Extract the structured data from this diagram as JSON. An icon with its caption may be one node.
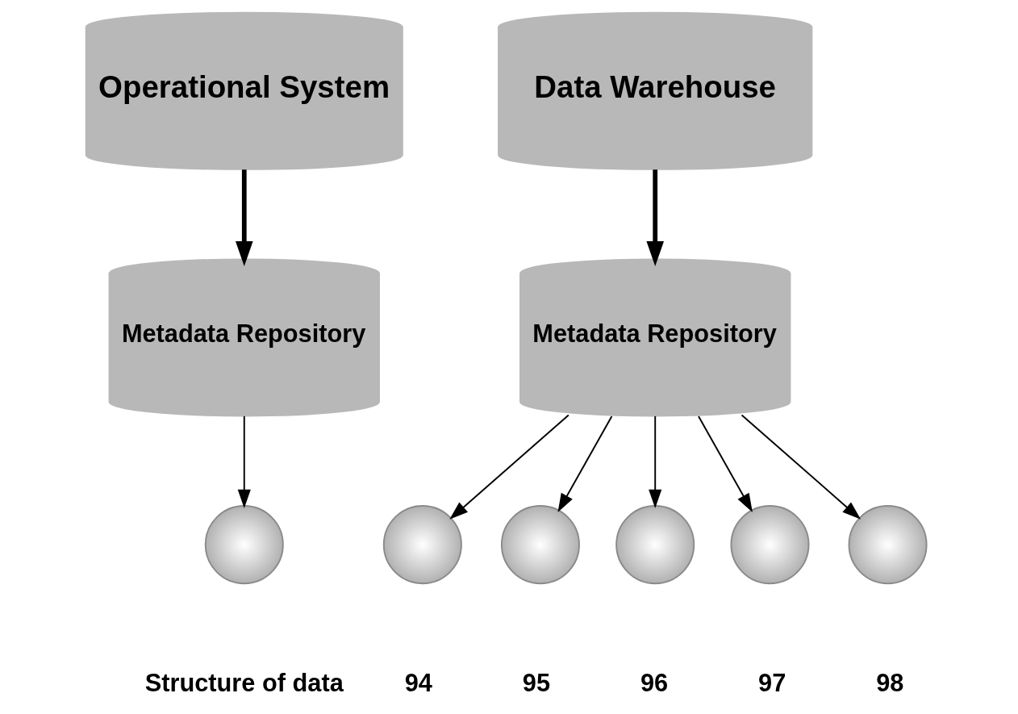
{
  "diagram": {
    "nodes": [
      {
        "text": [
          "Operational System"
        ]
      },
      {
        "text": [
          "Metadata Repository"
        ]
      },
      {
        "text": [],
        "shape": "circle",
        "beside": [
          "Structure of data"
        ]
      },
      {
        "text": [
          "Data Warehouse"
        ]
      },
      {
        "text": [
          "Metadata Repository"
        ]
      },
      {
        "text": [],
        "shape": "circle",
        "beside": [
          "94"
        ]
      },
      {
        "text": [],
        "shape": "circle",
        "beside": [
          "95"
        ]
      },
      {
        "text": [],
        "shape": "circle",
        "beside": [
          "96"
        ]
      },
      {
        "text": [],
        "shape": "circle",
        "beside": [
          "97"
        ]
      },
      {
        "text": [],
        "shape": "circle",
        "beside": [
          "98"
        ]
      }
    ],
    "edges": [
      {
        "from": 0,
        "to": 1,
        "arrow": "to",
        "style": "thick"
      },
      {
        "from": 1,
        "to": 2,
        "arrow": "to"
      },
      {
        "from": 3,
        "to": 4,
        "arrow": "to",
        "style": "thick"
      },
      {
        "from": 4,
        "to": 5,
        "arrow": "to"
      },
      {
        "from": 4,
        "to": 6,
        "arrow": "to"
      },
      {
        "from": 4,
        "to": 7,
        "arrow": "to"
      },
      {
        "from": 4,
        "to": 8,
        "arrow": "to"
      },
      {
        "from": 4,
        "to": 9,
        "arrow": "to"
      }
    ]
  }
}
